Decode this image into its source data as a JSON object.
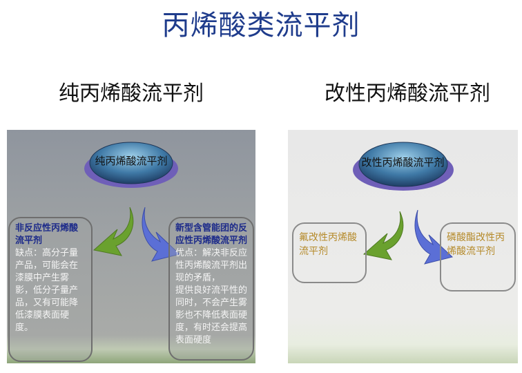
{
  "title": "丙烯酸类流平剂",
  "left": {
    "heading": "纯丙烯酸流平剂",
    "hub": "纯丙烯酸流平剂",
    "box1": {
      "title": "非反应性丙烯酸流平剂",
      "body": "缺点：高分子量产品，可能会在漆膜中产生雾影，低分子量产品，又有可能降低漆膜表面硬度。"
    },
    "box2": {
      "title": "新型含管能团的反应性丙烯酸流平剂",
      "body": "优点：解决非反应性丙烯酸流平剂出现的矛盾，\n提供良好流平性的同时，不会产生雾影也不降低表面硬度，有时还会提高表面硬度"
    }
  },
  "right": {
    "heading": "改性丙烯酸流平剂",
    "hub": "改性丙烯酸流平剂",
    "box1": "氟改性丙烯酸流平剂",
    "box2": "磷酸酯改性丙烯酸流平剂"
  },
  "colors": {
    "title": "#1f3c8c",
    "arrow_green": "#6aa12e",
    "arrow_purple": "#5b6fd6",
    "hub_blue": "#3f79a6"
  }
}
